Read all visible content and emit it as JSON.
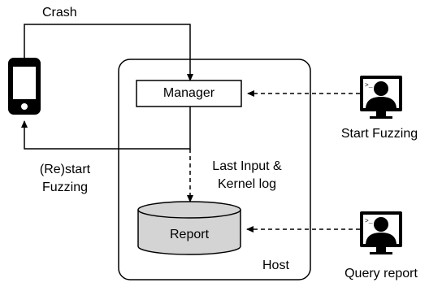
{
  "labels": {
    "crash": "Crash",
    "manager": "Manager",
    "report": "Report",
    "host": "Host",
    "restart_line1": "(Re)start",
    "restart_line2": "Fuzzing",
    "last_input_line1": "Last Input &",
    "last_input_line2": "Kernel log",
    "start_fuzzing": "Start Fuzzing",
    "query_report": "Query report"
  },
  "icons": {
    "device": "smartphone-icon",
    "user_top": "user-at-computer-icon",
    "user_bottom": "user-at-computer-icon"
  },
  "colors": {
    "stroke": "#000000",
    "report_fill": "#d4d4d4",
    "background": "#ffffff"
  }
}
